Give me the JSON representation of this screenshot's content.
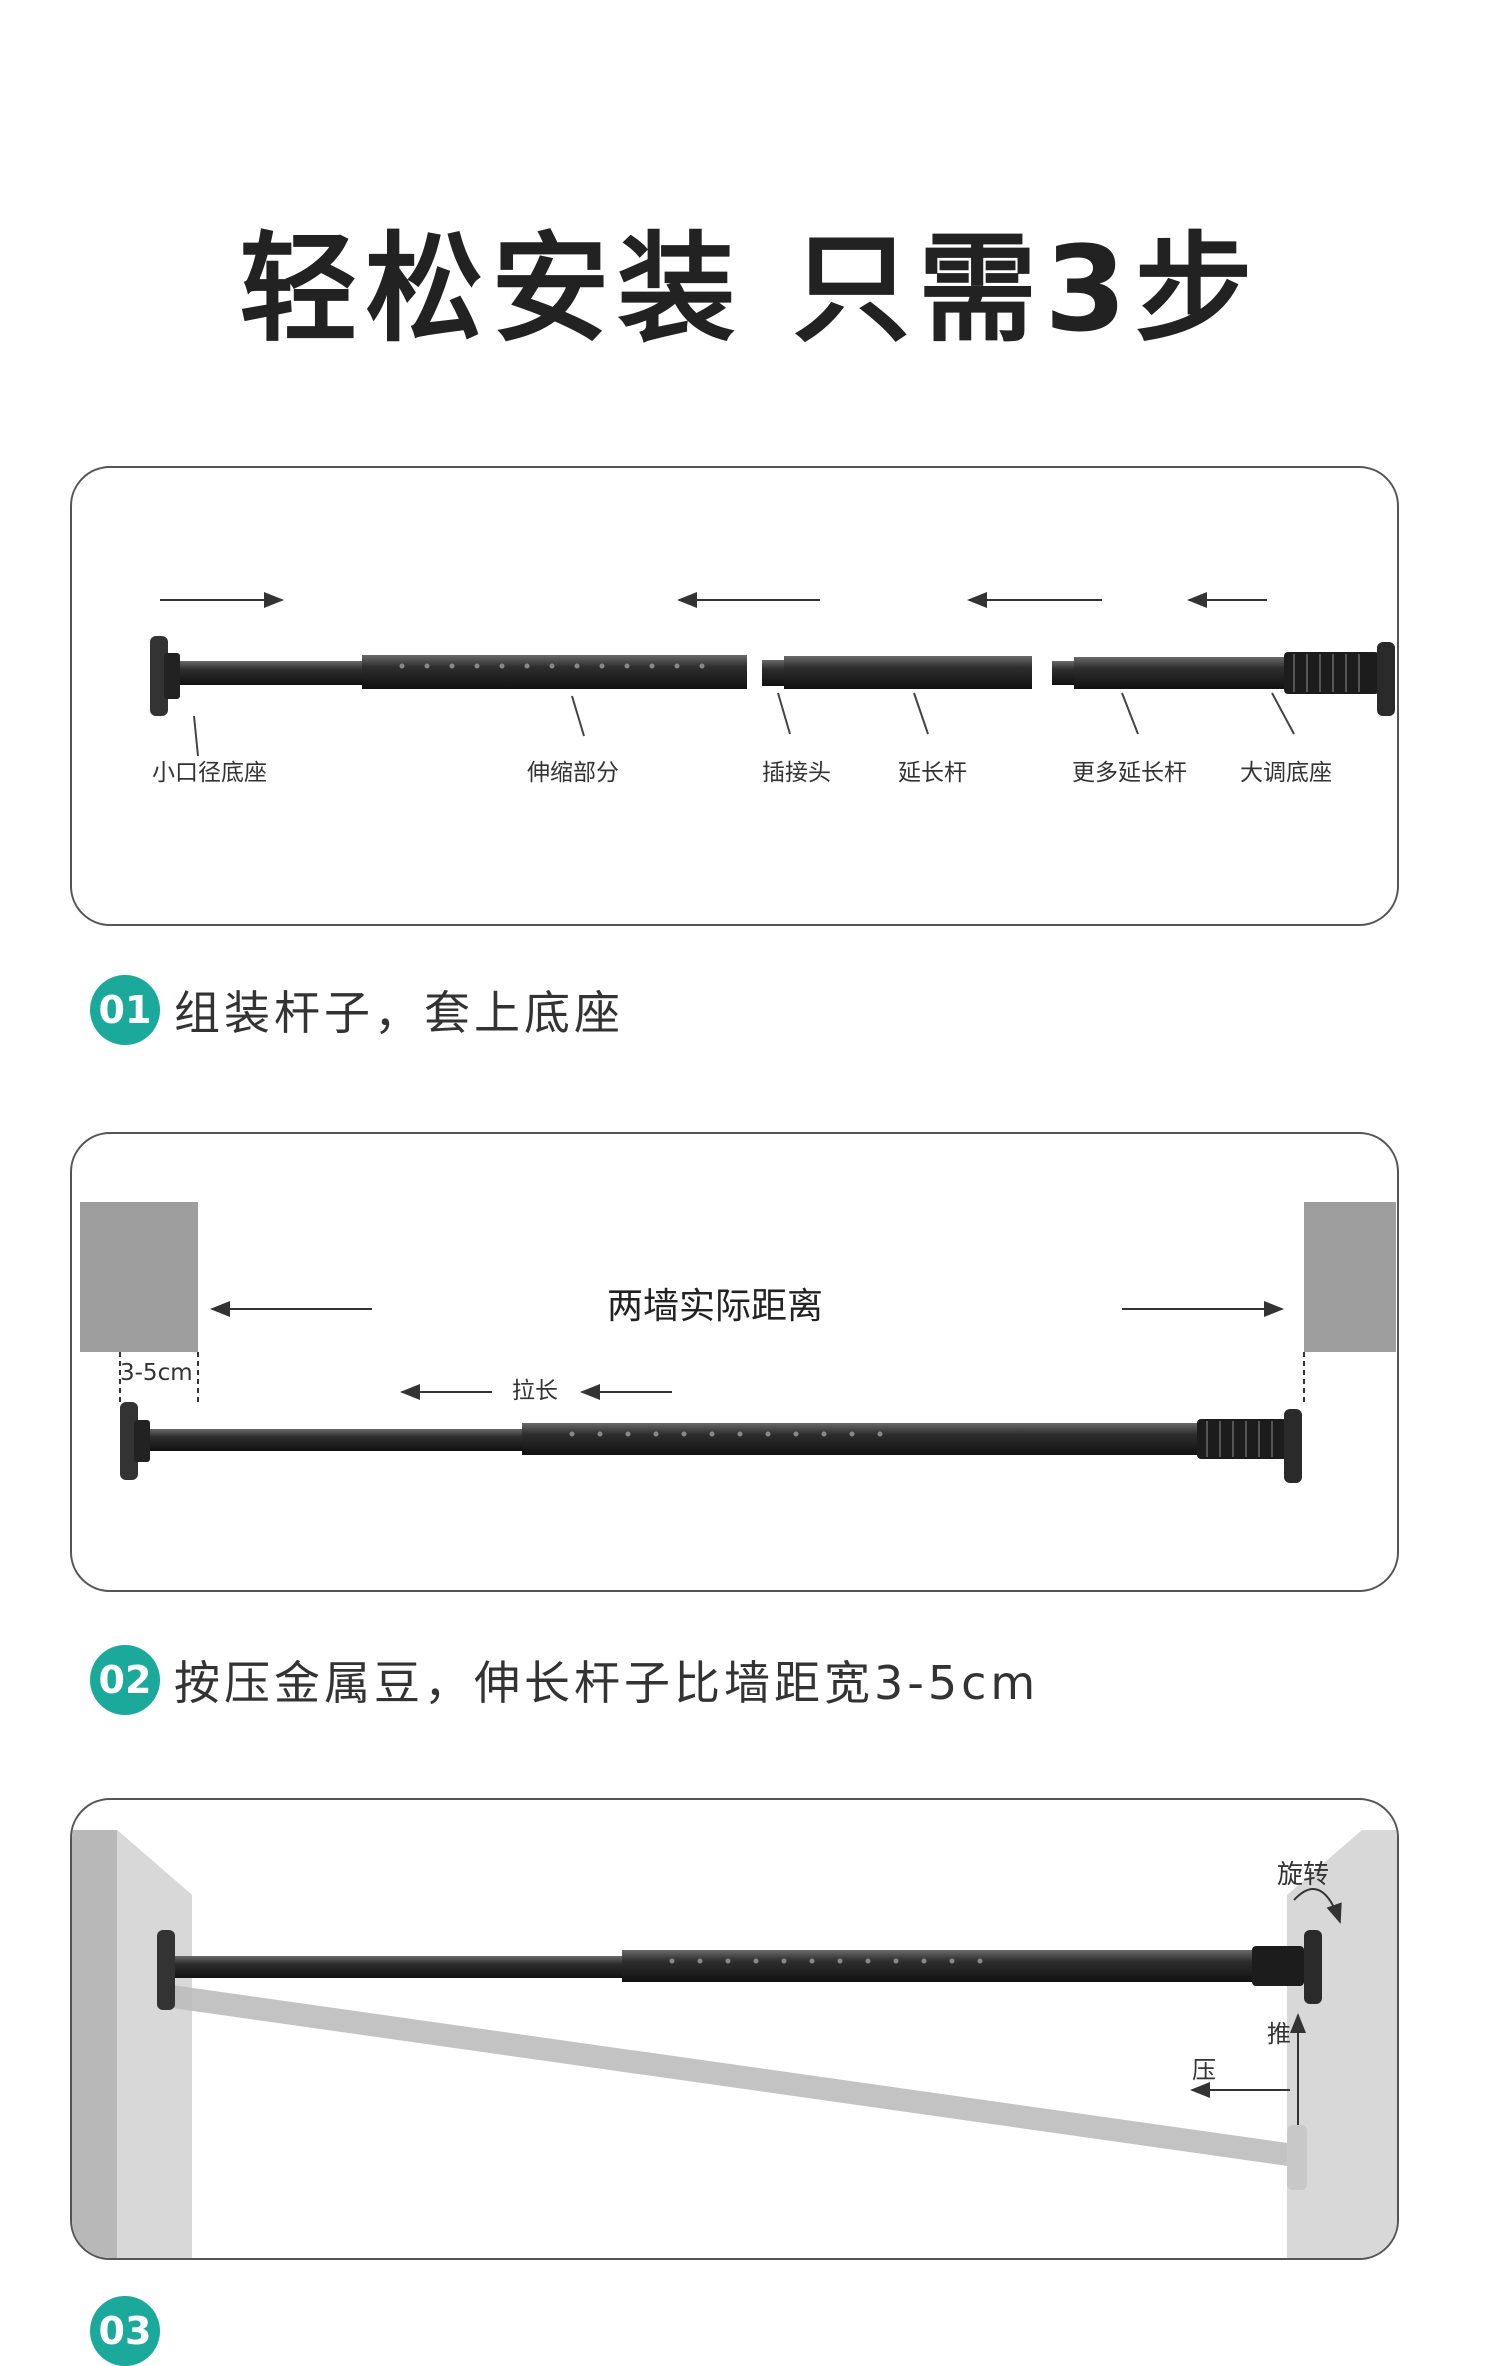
{
  "title": "轻松安装 只需3步",
  "panel1": {
    "labels": [
      "小口径底座",
      "伸缩部分",
      "插接头",
      "延长杆",
      "更多延长杆",
      "大调底座"
    ]
  },
  "steps": [
    {
      "number": "01",
      "text": "组装杆子，套上底座"
    },
    {
      "number": "02",
      "text": "按压金属豆，伸长杆子比墙距宽3-5cm"
    },
    {
      "number": "03",
      "text": ""
    }
  ],
  "panel2": {
    "distance_label": "两墙实际距离",
    "gap_label": "3-5cm",
    "stretch_label": "拉长"
  },
  "panel3": {
    "rotate_label": "旋转",
    "push_label": "推",
    "press_label": "压"
  },
  "colors": {
    "accent": "#1aa99b",
    "rod": "#2b2b2b",
    "wall": "#9e9e9e"
  }
}
